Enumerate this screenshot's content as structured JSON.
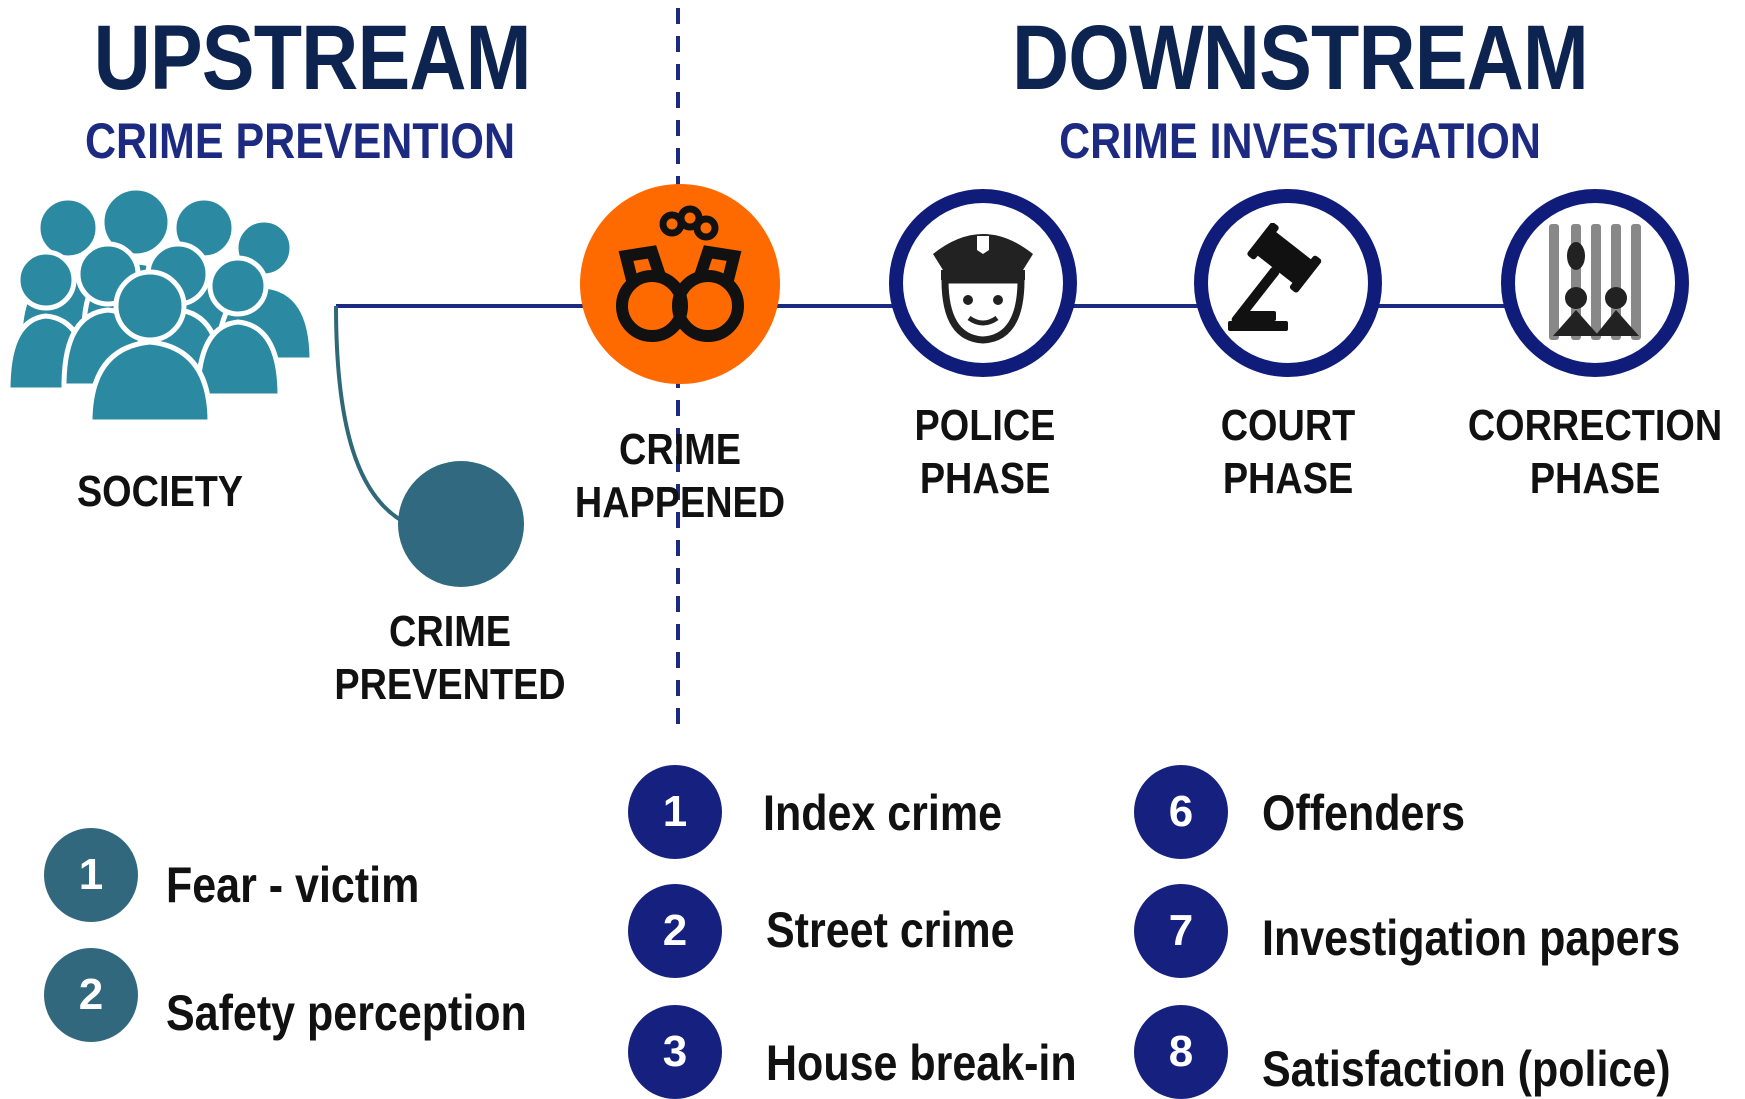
{
  "upstream": {
    "title": "UPSTREAM",
    "subtitle": "CRIME PREVENTION",
    "society_label": "SOCIETY",
    "prevented_label": [
      "CRIME",
      "PREVENTED"
    ],
    "items": [
      {
        "num": "1",
        "text": "Fear - victim"
      },
      {
        "num": "2",
        "text": "Safety perception"
      }
    ]
  },
  "crime_happened": {
    "label": [
      "CRIME",
      "HAPPENED"
    ]
  },
  "downstream": {
    "title": "DOWNSTREAM",
    "subtitle": "CRIME INVESTIGATION",
    "phases": [
      {
        "icon": "police-officer-icon",
        "line1": "POLICE",
        "line2": "PHASE"
      },
      {
        "icon": "gavel-icon",
        "line1": "COURT",
        "line2": "PHASE"
      },
      {
        "icon": "prison-bars-icon",
        "line1": "CORRECTION",
        "line2": "PHASE"
      }
    ],
    "items_left": [
      {
        "num": "1",
        "text": "Index crime"
      },
      {
        "num": "2",
        "text": "Street crime"
      },
      {
        "num": "3",
        "text": "House break-in"
      }
    ],
    "items_right": [
      {
        "num": "6",
        "text": "Offenders"
      },
      {
        "num": "7",
        "text": "Investigation papers"
      },
      {
        "num": "8",
        "text": "Satisfaction (police)"
      }
    ]
  },
  "colors": {
    "navy_title": "#0d2350",
    "subtitle_blue": "#1c2a82",
    "teal_society": "#2b8aa1",
    "teal_badge": "#32687e",
    "navy_badge": "#16207f",
    "crime_orange": "#ff6a00",
    "timeline_line": "#1c2a82"
  }
}
